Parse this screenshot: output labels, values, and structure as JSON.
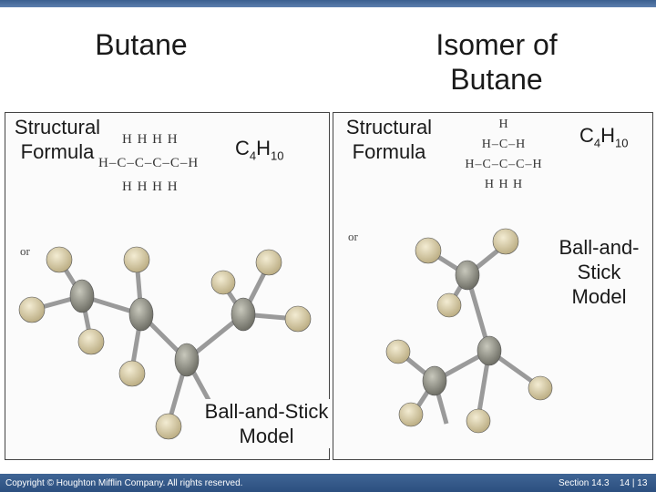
{
  "slide": {
    "title_left": "Butane",
    "title_right": "Isomer of Butane",
    "left": {
      "structural_label": "Structural Formula",
      "formula_main": "C",
      "formula_c_sub": "4",
      "formula_h": "H",
      "formula_h_sub": "10",
      "ball_stick_label": "Ball-and-Stick Model",
      "or_label": "or",
      "struct_top_row": "H   H   H   H",
      "struct_mid_row": "H–C–C–C–C–H",
      "struct_bot_row": "H   H   H   H"
    },
    "right": {
      "structural_label": "Structural Formula",
      "formula_main": "C",
      "formula_c_sub": "4",
      "formula_h": "H",
      "formula_h_sub": "10",
      "ball_stick_label": "Ball-and-Stick Model",
      "or_label": "or",
      "struct_top": "H",
      "struct_row2": "H–C–H",
      "struct_mid_row": "H–C–C–C–H",
      "struct_bot_row": "H     H     H"
    },
    "footer": {
      "copyright": "Copyright © Houghton Mifflin Company. All rights reserved.",
      "section": "Section 14.3",
      "page": "14 | 13"
    },
    "colors": {
      "carbon": "#8c8c80",
      "hydrogen": "#d9cfa8",
      "bond": "#9a9a9a",
      "footer": "#2c4f7f"
    }
  }
}
